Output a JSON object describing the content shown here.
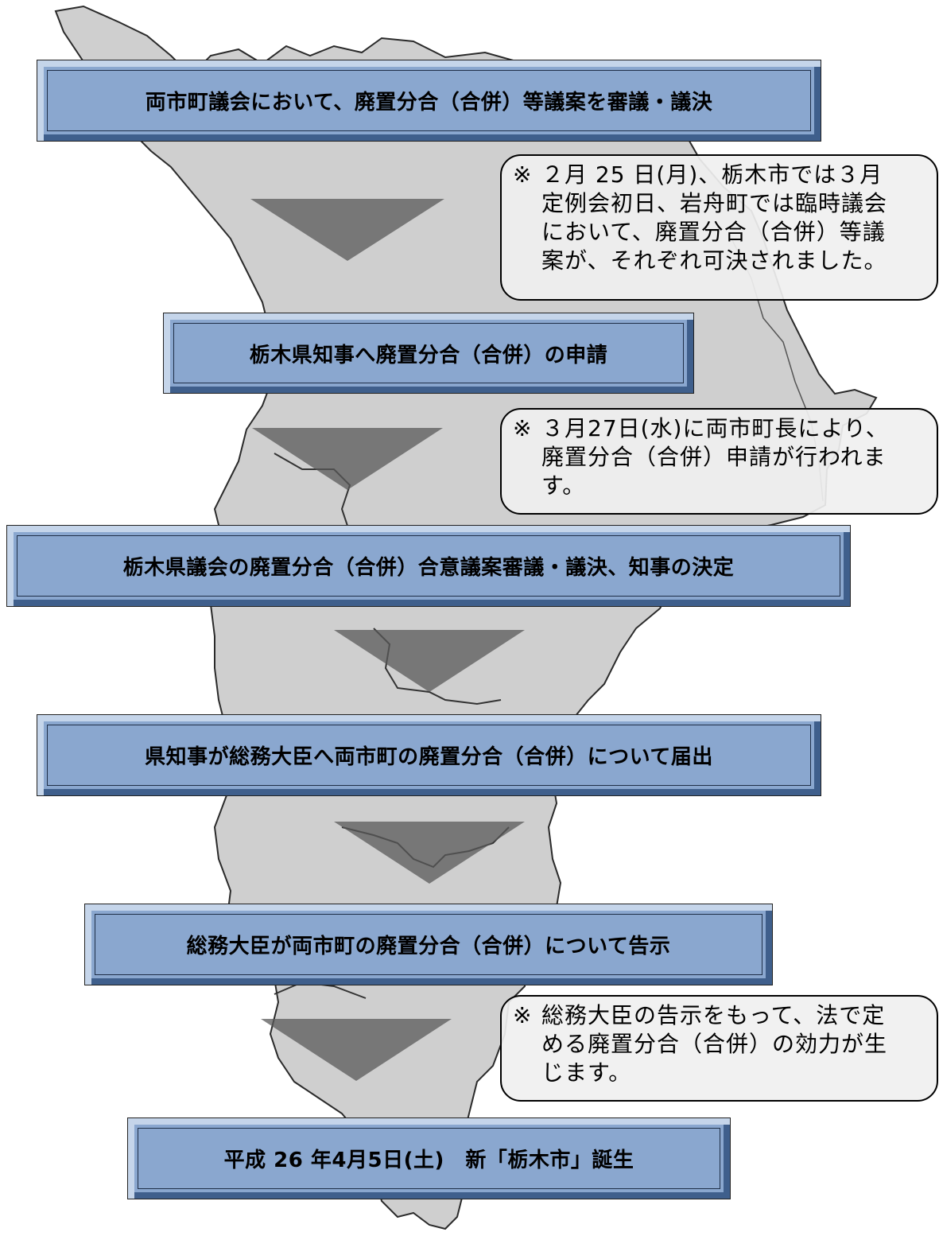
{
  "steps": [
    "両市町議会において、廃置分合（合併）等議案を審議・議決",
    "栃木県知事へ廃置分合（合併）の申請",
    "栃木県議会の廃置分合（合併）合意議案審議・議決、知事の決定",
    "県知事が総務大臣へ両市町の廃置分合（合併）について届出",
    "総務大臣が両市町の廃置分合（合併）について告示",
    "平成 26 年4月5日(土)　新「栃木市」誕生"
  ],
  "notes": [
    {
      "mark": "※",
      "text": "２月 25 日(月)、栃木市では３月\n定例会初日、岩舟町では臨時議会\nにおいて、廃置分合（合併）等議\n案が、それぞれ可決されました。"
    },
    {
      "mark": "※",
      "text": "３月27日(水)に両市町長により、\n廃置分合（合併）申請が行われま\nす。"
    },
    {
      "mark": "※",
      "text": "総務大臣の告示をもって、法で定\nめる廃置分合（合併）の効力が生\nじます。"
    }
  ],
  "colors": {
    "map_fill": "#cfcfcf",
    "box_fill": "#8aa7cf",
    "arrow_fill": "#6a6a6a",
    "note_fill": "#f0f0f0"
  }
}
